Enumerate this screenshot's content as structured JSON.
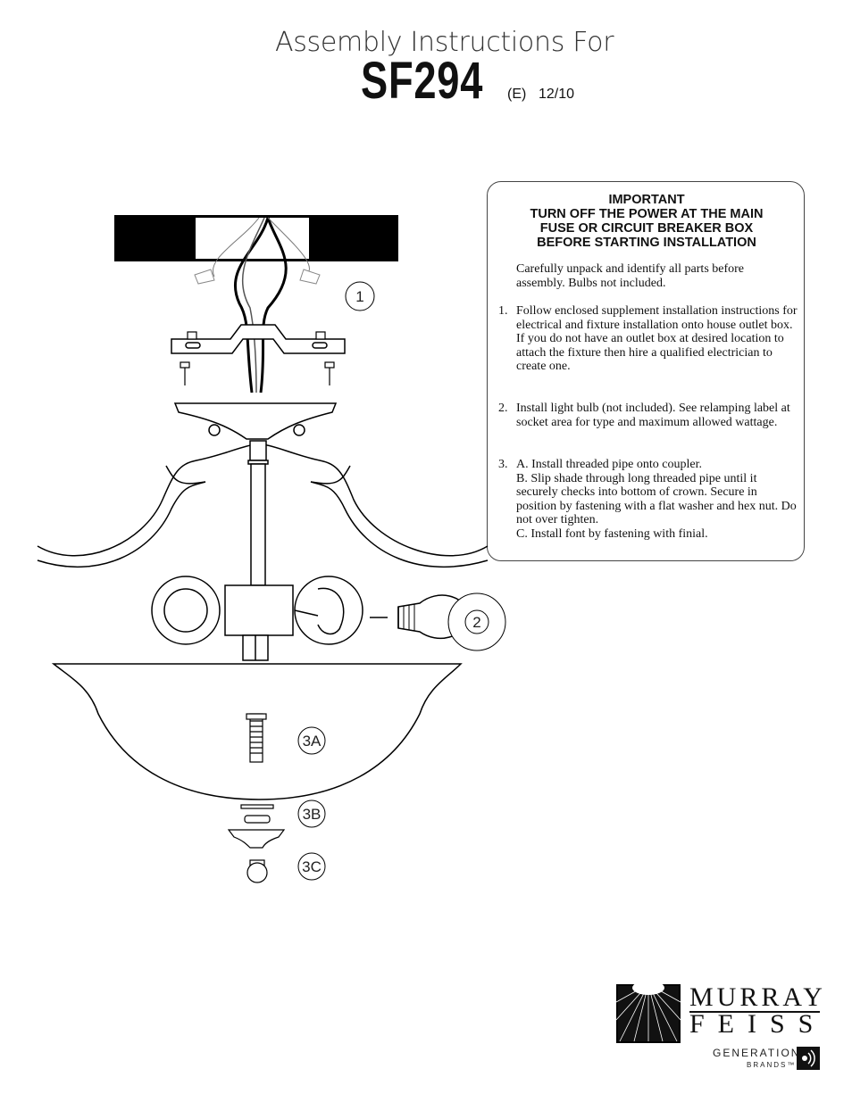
{
  "header": {
    "title": "Assembly Instructions For",
    "model": "SF294",
    "revision": "(E)",
    "date": "12/10"
  },
  "important": {
    "heading": "IMPORTANT",
    "line1": "TURN OFF THE POWER AT THE MAIN",
    "line2": "FUSE OR CIRCUIT BREAKER BOX",
    "line3": "BEFORE STARTING INSTALLATION"
  },
  "intro": "Carefully unpack and identify all parts before assembly.  Bulbs not included.",
  "steps": [
    {
      "num": "1.",
      "text": "Follow enclosed supplement installation instructions for electrical and fixture installation onto house outlet box. If you do not have an outlet box at desired location to attach the fixture then hire a qualified electrician to create one."
    },
    {
      "num": "2.",
      "text": "Install light bulb (not included).  See relamping label at socket area for type and maximum allowed wattage."
    },
    {
      "num": "3.",
      "a": "A. Install threaded pipe onto coupler.",
      "b": "B. Slip shade through long threaded pipe until it securely checks into bottom of crown. Secure in position by fastening with a flat washer and hex nut. Do not over tighten.",
      "c": "C. Install font by fastening with finial."
    }
  ],
  "callouts": {
    "c1": "1",
    "c2": "2",
    "c3a": "3A",
    "c3b": "3B",
    "c3c": "3C"
  },
  "logo": {
    "line1": "MURRAY",
    "line2": "FEISS",
    "line3": "GENERATION",
    "line4": "BRANDS™"
  }
}
